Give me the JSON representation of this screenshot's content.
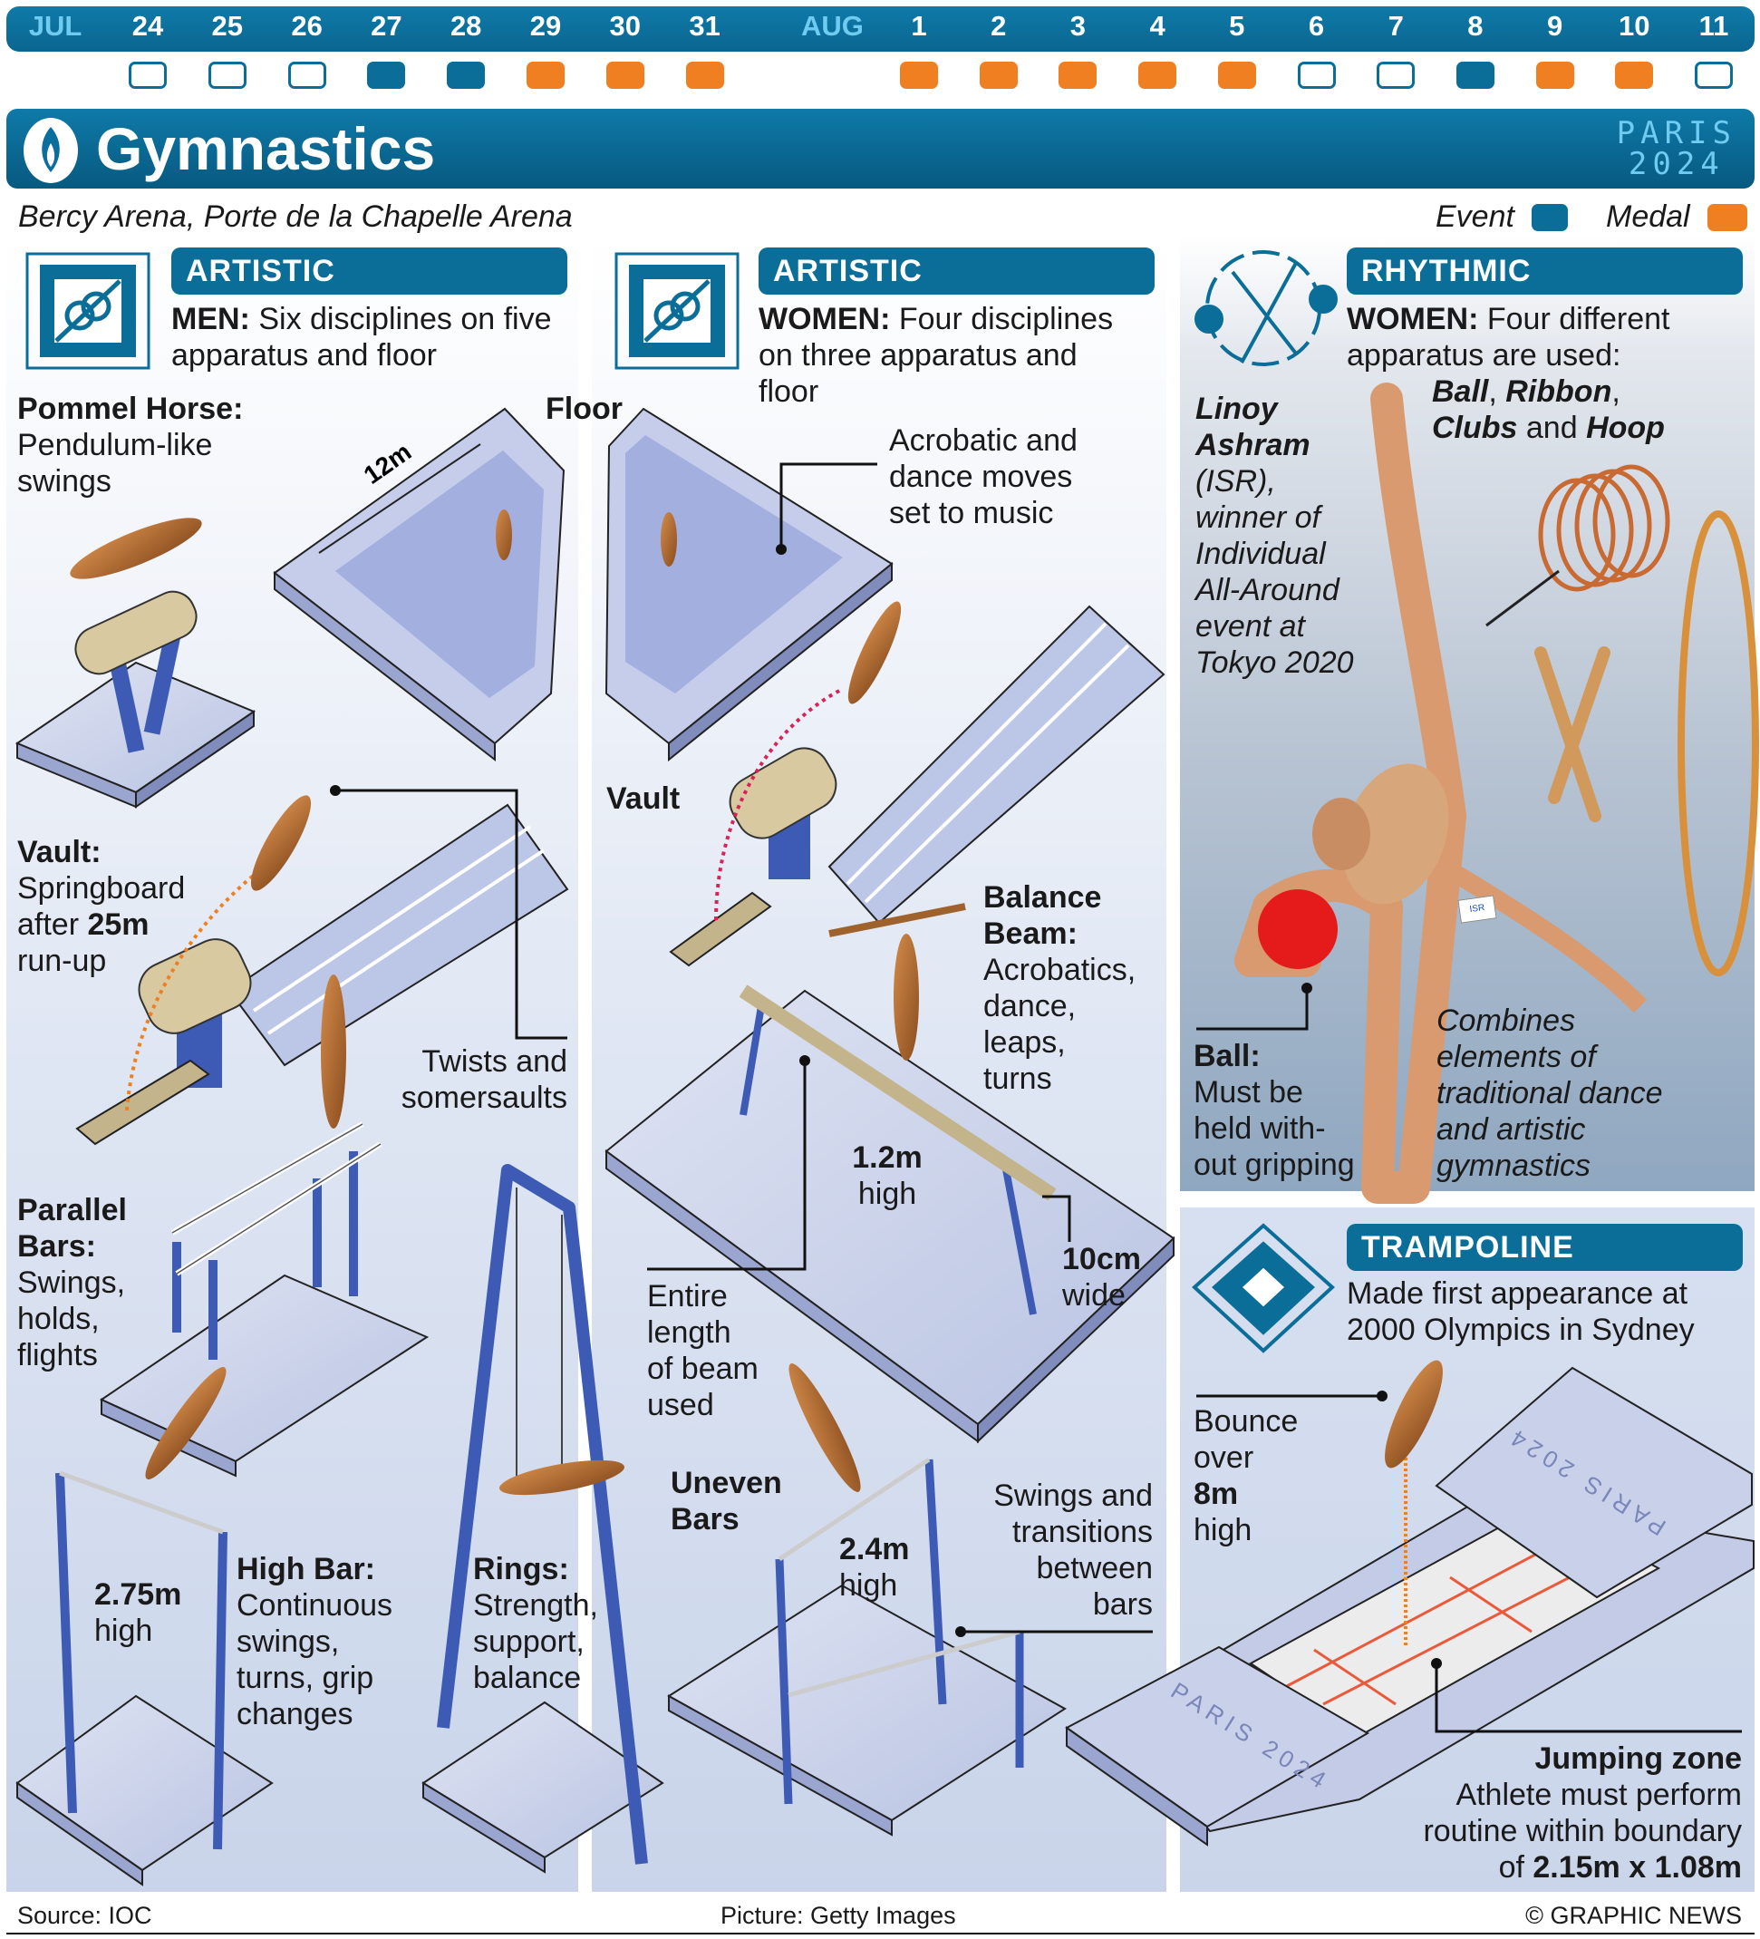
{
  "schedule": {
    "months": [
      "JUL",
      "AUG"
    ],
    "days": [
      {
        "label": "24",
        "status": "none"
      },
      {
        "label": "25",
        "status": "none"
      },
      {
        "label": "26",
        "status": "none"
      },
      {
        "label": "27",
        "status": "event"
      },
      {
        "label": "28",
        "status": "event"
      },
      {
        "label": "29",
        "status": "medal"
      },
      {
        "label": "30",
        "status": "medal"
      },
      {
        "label": "31",
        "status": "medal"
      },
      {
        "label": "1",
        "status": "medal"
      },
      {
        "label": "2",
        "status": "medal"
      },
      {
        "label": "3",
        "status": "medal"
      },
      {
        "label": "4",
        "status": "medal"
      },
      {
        "label": "5",
        "status": "medal"
      },
      {
        "label": "6",
        "status": "none"
      },
      {
        "label": "7",
        "status": "none"
      },
      {
        "label": "8",
        "status": "event"
      },
      {
        "label": "9",
        "status": "medal"
      },
      {
        "label": "10",
        "status": "medal"
      },
      {
        "label": "11",
        "status": "none"
      }
    ]
  },
  "colors": {
    "brand": "#0b6e99",
    "event": "#0b6e99",
    "medal": "#f07f22",
    "accent_light": "#6fcbf0"
  },
  "header": {
    "title": "Gymnastics",
    "logo_line1": "PARIS",
    "logo_line2": "2024",
    "venues": "Bercy Arena, Porte de la Chapelle Arena",
    "legend_event": "Event",
    "legend_medal": "Medal"
  },
  "artistic_men": {
    "title": "ARTISTIC",
    "prefix": "MEN:",
    "desc_1": " Six disciplines on five",
    "desc_2": "apparatus and floor",
    "pommel": {
      "title": "Pommel Horse:",
      "lines": [
        "Pendulum-like",
        "swings"
      ]
    },
    "floor": {
      "title": "Floor",
      "dimension": "12m"
    },
    "vault": {
      "title": "Vault:",
      "l1": "Springboard",
      "l2a": "after ",
      "l2b": "25m",
      "l3": "run-up"
    },
    "twists": [
      "Twists and",
      "somersaults"
    ],
    "parallel": {
      "title_1": "Parallel",
      "title_2": "Bars:",
      "lines": [
        "Swings,",
        "holds,",
        "flights"
      ]
    },
    "highbar_height": {
      "value": "2.75m",
      "unit": "high"
    },
    "highbar": {
      "title": "High Bar:",
      "lines": [
        "Continuous",
        "swings,",
        "turns, grip",
        "changes"
      ]
    },
    "rings": {
      "title": "Rings:",
      "lines": [
        "Strength,",
        "support,",
        "balance"
      ]
    }
  },
  "artistic_women": {
    "title": "ARTISTIC",
    "prefix": "WOMEN:",
    "desc_1": " Four disciplines",
    "desc_2": "on three apparatus and",
    "desc_3": "floor",
    "floor_note": [
      "Acrobatic and",
      "dance moves",
      "set to music"
    ],
    "vault": "Vault",
    "beam": {
      "title_1": "Balance",
      "title_2": "Beam:",
      "lines": [
        "Acrobatics,",
        "dance,",
        "leaps,",
        "turns"
      ]
    },
    "beam_height": {
      "value": "1.2m",
      "unit": "high"
    },
    "beam_width": {
      "value": "10cm",
      "unit": "wide"
    },
    "beam_length": [
      "Entire",
      "length",
      "of beam",
      "used"
    ],
    "uneven": {
      "title_1": "Uneven",
      "title_2": "Bars"
    },
    "uneven_height": {
      "value": "2.4m",
      "unit": "high"
    },
    "swings": [
      "Swings and",
      "transitions",
      "between",
      "bars"
    ]
  },
  "rhythmic": {
    "title": "RHYTHMIC",
    "prefix": "WOMEN:",
    "desc_1": " Four different",
    "desc_2": "apparatus are used:",
    "apparatus": {
      "ball": "Ball",
      "ribbon": "Ribbon",
      "clubs": "Clubs",
      "and": " and ",
      "hoop": "Hoop"
    },
    "athlete": {
      "name_1": "Linoy",
      "name_2": "Ashram",
      "lines": [
        "(ISR),",
        "winner of",
        "Individual",
        "All-Around",
        "event at",
        "Tokyo 2020"
      ]
    },
    "ball_note": {
      "title": "Ball:",
      "lines": [
        "Must be",
        "held with-",
        "out gripping"
      ]
    },
    "combines": [
      "Combines",
      "elements of",
      "traditional dance",
      "and artistic",
      "gymnastics"
    ],
    "flag_label": "ISR"
  },
  "trampoline": {
    "title": "TRAMPOLINE",
    "desc": [
      "Made first appearance at",
      "2000 Olympics in Sydney"
    ],
    "bounce": {
      "l1": "Bounce",
      "l2": "over",
      "l3": "8m",
      "l4": "high"
    },
    "zone": {
      "title": "Jumping zone",
      "l1": "Athlete must perform",
      "l2": "routine within boundary",
      "l3a": "of ",
      "l3b": "2.15m x 1.08m"
    },
    "mat_text": "PARIS 2024"
  },
  "footer": {
    "source": "Source: IOC",
    "picture": "Picture: Getty Images",
    "credit": "© GRAPHIC NEWS"
  }
}
